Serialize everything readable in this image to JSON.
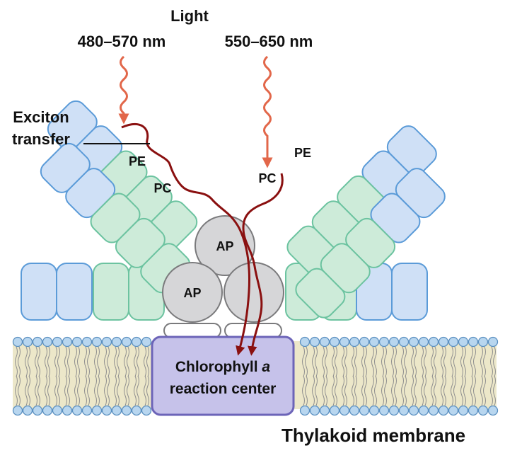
{
  "labels": {
    "light": "Light",
    "wavelength_left": "480–570 nm",
    "wavelength_right": "550–650 nm",
    "exciton_line1": "Exciton",
    "exciton_line2": "transfer",
    "pe_left": "PE",
    "pe_right": "PE",
    "pc_left": "PC",
    "pc_right": "PC",
    "ap_top": "AP",
    "ap_bottom": "AP",
    "reaction_center_line1": "Chlorophyll",
    "reaction_center_italic": "a",
    "reaction_center_line2": "reaction center",
    "membrane": "Thylakoid membrane"
  },
  "colors": {
    "pe_fill": "#cfe0f6",
    "pe_stroke": "#5b9bd8",
    "pc_fill": "#cdebd9",
    "pc_stroke": "#6cc3a0",
    "ap_fill": "#d6d6d8",
    "ap_stroke": "#7a7a7c",
    "reaction_fill": "#c6c2ea",
    "reaction_stroke": "#6c64b8",
    "membrane_fill": "#ece7c9",
    "lipid_head_fill": "#b8d6ef",
    "lipid_head_stroke": "#5a8fc0",
    "light_arrow": "#e2674a",
    "exciton_arrow": "#8a1010"
  }
}
